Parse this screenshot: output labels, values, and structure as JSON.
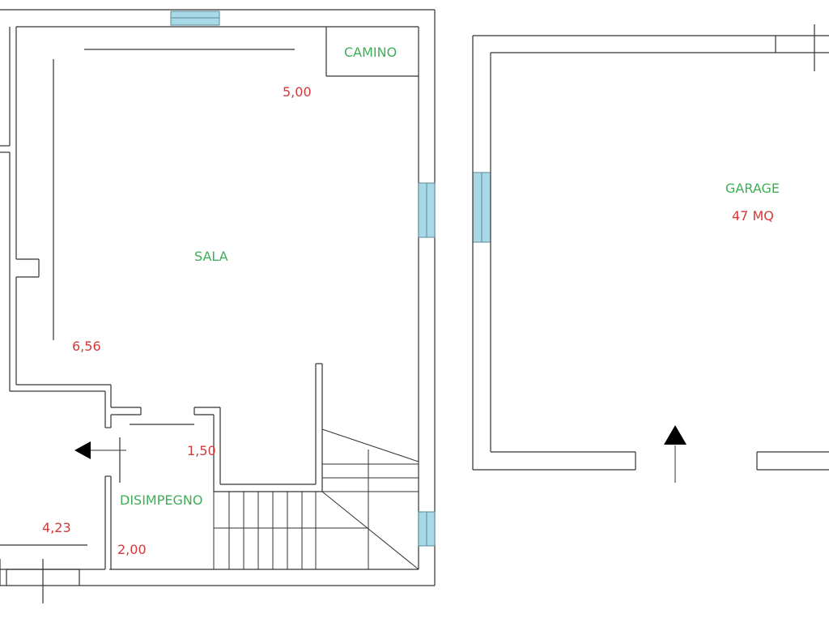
{
  "colors": {
    "wall": "#333333",
    "window": "#a9d9e6",
    "room_label": "#3fae56",
    "dimension": "#d23a3a",
    "background": "#ffffff"
  },
  "rooms": {
    "camino": "CAMINO",
    "sala": "SALA",
    "disimpegno": "DISIMPEGNO",
    "garage": "GARAGE"
  },
  "dimensions": {
    "sala_width": "5,00",
    "sala_depth": "6,56",
    "disimpegno_width": "1,50",
    "disimpegno_depth": "2,00",
    "left_room_width": "4,23",
    "garage_area": "47 MQ"
  }
}
